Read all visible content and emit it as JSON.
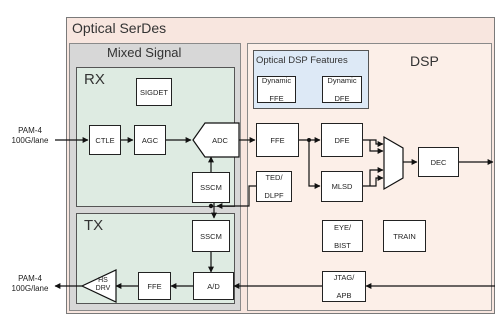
{
  "regions": {
    "optical_serdes": "Optical SerDes",
    "mixed_signal": "Mixed Signal",
    "rx": "RX",
    "tx": "TX",
    "dsp": "DSP",
    "optical_dsp_features": "Optical DSP Features"
  },
  "io": {
    "rx_input": {
      "line1": "PAM-4",
      "line2": "100G/lane"
    },
    "tx_output": {
      "line1": "PAM-4",
      "line2": "100G/lane"
    }
  },
  "blocks": {
    "sigdet": "SIGDET",
    "ctle": "CTLE",
    "agc": "AGC",
    "adc": "ADC",
    "sscm_rx": "SSCM",
    "sscm_tx": "SSCM",
    "hs_drv": {
      "line1": "HS",
      "line2": "DRV"
    },
    "ffe_tx": "FFE",
    "da": "A/D",
    "dynamic_ffe": {
      "line1": "Dynamic",
      "line2": "FFE"
    },
    "dynamic_dfe": {
      "line1": "Dynamic",
      "line2": "DFE"
    },
    "ffe_dsp": "FFE",
    "dfe": "DFE",
    "ted_dlpf": {
      "line1": "TED/",
      "line2": "DLPF"
    },
    "mlsd": "MLSD",
    "dec": "DEC",
    "eye_bist": {
      "line1": "EYE/",
      "line2": "BIST"
    },
    "train": "TRAIN",
    "jtag_apb": {
      "line1": "JTAG/",
      "line2": "APB"
    }
  },
  "colors": {
    "outer_fill": "#f8e6df",
    "mixed_fill": "#d7d7d7",
    "rxtx_fill": "#deebe2",
    "dsp_fill": "#fcefe8",
    "features_fill": "#dde9f6",
    "wire": "#111111"
  }
}
